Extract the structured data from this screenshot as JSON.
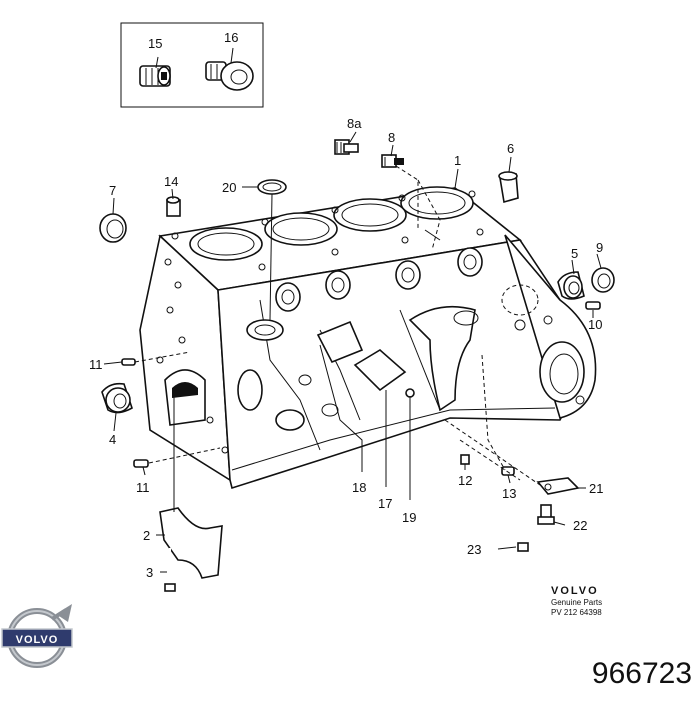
{
  "callouts": [
    "15",
    "16",
    "8a",
    "8",
    "1",
    "6",
    "7",
    "14",
    "20",
    "5",
    "9",
    "10",
    "11",
    "4",
    "11",
    "2",
    "3",
    "18",
    "17",
    "19",
    "12",
    "13",
    "21",
    "22",
    "23"
  ],
  "brand": {
    "name": "VOLVO",
    "line1": "Genuine Parts",
    "line2": "PV 212 64398",
    "logo_text": "VOLVO"
  },
  "part_number": "966723",
  "colors": {
    "ink": "#111111",
    "background": "#ffffff"
  }
}
